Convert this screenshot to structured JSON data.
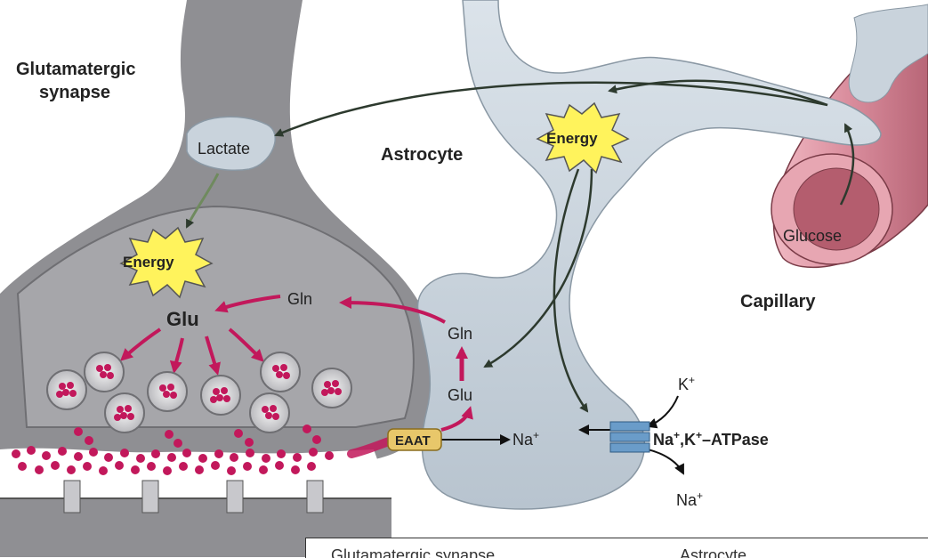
{
  "labels": {
    "synapse_title_line1": "Glutamatergic",
    "synapse_title_line2": "synapse",
    "astrocyte": "Astrocyte",
    "capillary": "Capillary",
    "lactate": "Lactate",
    "energy_astro": "Energy",
    "energy_neuron": "Energy",
    "glucose": "Glucose",
    "gln_neuron": "Gln",
    "glu_neuron": "Glu",
    "gln_astro": "Gln",
    "glu_astro": "Glu",
    "eaat": "EAAT",
    "na_in_base": "Na",
    "na_in_sup": "+",
    "k_base": "K",
    "k_sup": "+",
    "atpase_na": "Na",
    "atpase_sup1": "+",
    "atpase_k": ",K",
    "atpase_sup2": "+",
    "atpase_rest": "–ATPase",
    "na_out_base": "Na",
    "na_out_sup": "+"
  },
  "caption": {
    "left": "Glutamatergic synapse",
    "right": "Astrocyte"
  },
  "colors": {
    "neuron": "#8f8f93",
    "neuron_cyto": "#a6a6aa",
    "astrocyte": "#c9d3dc",
    "capillary": "#d98c9c",
    "glutamate": "#c2185b",
    "energy_burst": "#fff35c",
    "arrow_dark": "#2d3a2e"
  }
}
